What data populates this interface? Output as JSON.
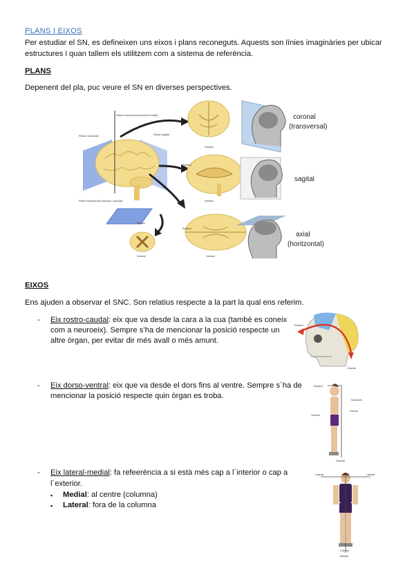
{
  "section_title": "PLANS I EIXOS",
  "intro": {
    "line1": "Per estudiar el SN, es defineixen uns eixos i plans reconeguts. Aquests son línies imaginàries per ubicar",
    "line2": "estructures i quan tallem els utilitzem com a sistema de referència."
  },
  "plans": {
    "heading": "PLANS",
    "text": "Depenent del pla, puc veure el SN en diverses perspectives.",
    "figure": {
      "small_labels": {
        "plano_transversal_frontal": "Plano transversal (sección frontal)",
        "plano_horizontal": "Plano horizontal",
        "plano_sagital": "Plano sagital",
        "plano_transversal_coronal": "Plano transversal (Sección coronal)",
        "dorsal": "Dorsal",
        "ventral": "Ventral",
        "rostral": "Rostral"
      },
      "views": [
        {
          "name": "coronal",
          "sub": "(transversal)"
        },
        {
          "name": "sagital",
          "sub": ""
        },
        {
          "name": "axial",
          "sub": "(horitzontal)"
        }
      ]
    }
  },
  "eixos": {
    "heading": "EIXOS",
    "text": "Ens ajuden a observar el SNC. Son relatius respecte a la part la qual ens referim.",
    "items": [
      {
        "bullet": "-",
        "name": "Eix rostro-caudal",
        "lines": [
          ": eix que va desde la cara a la cua (també es coneix",
          "com a neuroeix). Sempre s’ha de mencionar la posició respecte un",
          "altre òrgan, per evitar dir més avall o més amunt."
        ]
      },
      {
        "bullet": "-",
        "name": "Eix dorso-ventral",
        "lines": [
          ": eix que va desde el dors fins al ventre. Sempre s´ha de",
          "mencionar la posició respecte quin òrgan es troba."
        ]
      },
      {
        "bullet": "-",
        "name": "Eix lateral-medial",
        "lines": [
          ": fa refeerència a si està més cap a l´interior o cap a",
          "l´exterior."
        ],
        "subitems": [
          {
            "bullet": "▪",
            "term": "Medial",
            "desc": ": al centre (columna)"
          },
          {
            "bullet": "▪",
            "term": "Lateral",
            "desc": ": fora de la columna"
          }
        ]
      }
    ]
  },
  "skull_labels": {
    "rostral": "Rostral",
    "caudal": "Caudal"
  },
  "body_labels": {
    "ventral": "Ventral",
    "dorsal": "Dorsal",
    "neuraxis": "Neuraxis",
    "rostral": "Rostral",
    "caudal": "Caudal"
  },
  "front_labels": {
    "lateral_left": "Lateral",
    "lateral_right": "Lateral",
    "caudal": "Caudal",
    "medial": "Medial"
  },
  "colors": {
    "title_blue": "#3a6fb5",
    "brain_yellow": "#f3dc8e",
    "plane_blue": "#7f9fe0",
    "arrow_red": "#d6382a"
  }
}
